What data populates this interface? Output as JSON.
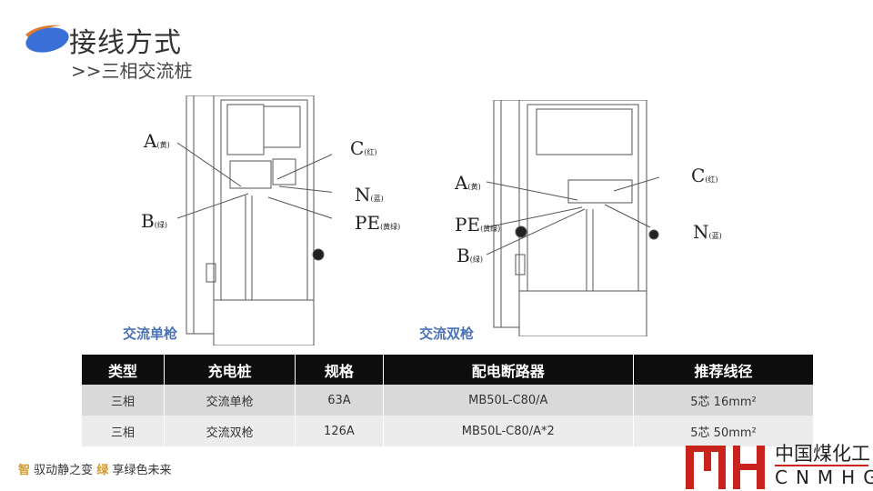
{
  "header": {
    "title": "接线方式",
    "subtitle": ">>三相交流桩"
  },
  "diagram_left": {
    "caption": "交流单枪",
    "labels": {
      "A": "A",
      "A_color": "(黄)",
      "B": "B",
      "B_color": "(绿)",
      "C": "C",
      "C_color": "(红)",
      "N": "N",
      "N_color": "(蓝)",
      "PE": "PE",
      "PE_color": "(黄绿)"
    }
  },
  "diagram_right": {
    "caption": "交流双枪",
    "labels": {
      "A": "A",
      "A_color": "(黄)",
      "B": "B",
      "B_color": "(绿)",
      "C": "C",
      "C_color": "(红)",
      "N": "N",
      "N_color": "(蓝)",
      "PE": "PE",
      "PE_color": "(黄绿)"
    }
  },
  "table": {
    "headers": [
      "类型",
      "充电桩",
      "规格",
      "配电断路器",
      "推荐线径"
    ],
    "rows": [
      [
        "三相",
        "交流单枪",
        "63A",
        "MB50L-C80/A",
        "5芯 16mm²"
      ],
      [
        "三相",
        "交流双枪",
        "126A",
        "MB50L-C80/A*2",
        "5芯 50mm²"
      ]
    ]
  },
  "footer": {
    "slogan_1": "驭动静之变",
    "slogan_2": "享绿色未来",
    "slogan_icon_1": "智",
    "slogan_icon_2": "绿"
  },
  "logo": {
    "mark": "MH",
    "cn": "中国煤化工",
    "en": "CNMHG"
  },
  "colors": {
    "accent_blue": "#3a6fd8",
    "accent_red": "#c8231c",
    "header_black": "#0d0d0d"
  }
}
